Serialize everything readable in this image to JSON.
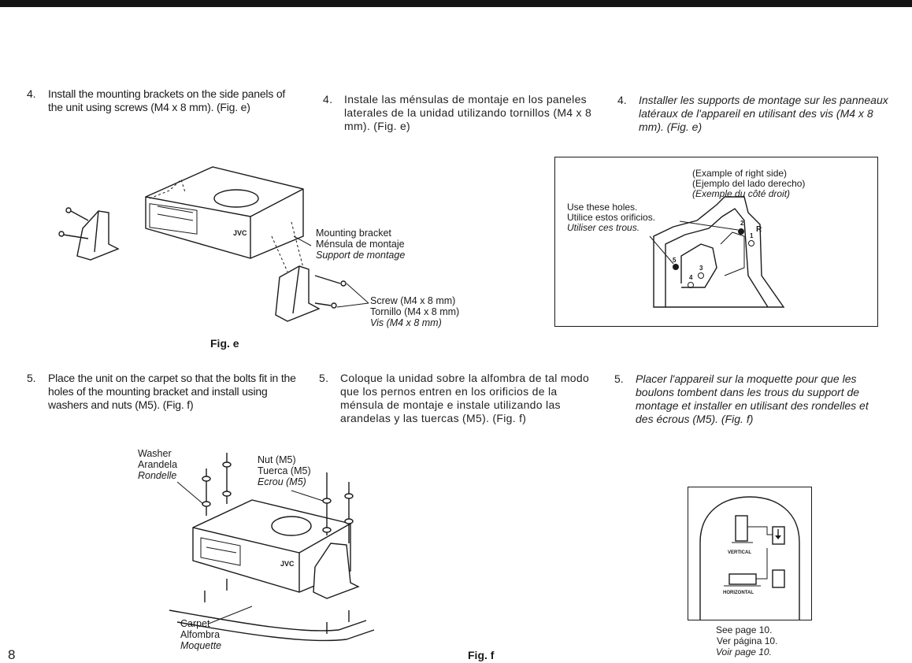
{
  "page_number": "8",
  "step4": {
    "number": "4.",
    "en": "Install the mounting brackets on the side panels of the unit using screws (M4 x 8 mm). (Fig. e)",
    "es": "Instale las ménsulas de montaje en los paneles laterales de la unidad utilizando tornillos (M4 x 8 mm). (Fig. e)",
    "fr": "Installer les supports de montage sur les panneaux latéraux de l'appareil en utilisant des vis (M4 x 8 mm). (Fig. e)"
  },
  "step5": {
    "number": "5.",
    "en": "Place the unit on the carpet so that the bolts fit in the holes of the mounting bracket and install using washers and nuts (M5). (Fig. f)",
    "es": "Coloque la unidad sobre la alfombra de tal modo que los pernos entren en los orificios de la ménsula de montaje e instale utilizando las arandelas y las tuercas (M5). (Fig. f)",
    "fr": "Placer l'appareil sur la moquette pour que les boulons tombent dans les trous du support de montage et installer en utilisant des rondelles et des écrous (M5). (Fig. f)"
  },
  "fig_e": {
    "caption": "Fig. e",
    "brand": "JVC",
    "mounting_bracket": {
      "en": "Mounting bracket",
      "es": "Ménsula de montaje",
      "fr": "Support de montage"
    },
    "screw": {
      "en": "Screw (M4 x 8 mm)",
      "es": "Tornillo (M4 x 8 mm)",
      "fr": "Vis (M4 x 8 mm)"
    }
  },
  "detail_box": {
    "example": {
      "en": "(Example of right side)",
      "es": "(Ejemplo del lado derecho)",
      "fr": "(Exemple du côté droit)"
    },
    "use_holes": {
      "en": "Use these holes.",
      "es": "Utilice estos orificios.",
      "fr": "Utiliser ces trous."
    },
    "hole_labels": [
      "1",
      "2",
      "3",
      "4",
      "5",
      "R"
    ]
  },
  "fig_f": {
    "caption": "Fig. f",
    "brand": "JVC",
    "washer": {
      "en": "Washer",
      "es": "Arandela",
      "fr": "Rondelle"
    },
    "nut": {
      "en": "Nut (M5)",
      "es": "Tuerca (M5)",
      "fr": "Ecrou (M5)"
    },
    "carpet": {
      "en": "Carpet",
      "es": "Alfombra",
      "fr": "Moquette"
    }
  },
  "orientation_box": {
    "vertical": "VERTICAL",
    "horizontal": "HORIZONTAL",
    "see_page": {
      "en": "See page 10.",
      "es": "Ver página 10.",
      "fr": "Voir page 10."
    }
  }
}
